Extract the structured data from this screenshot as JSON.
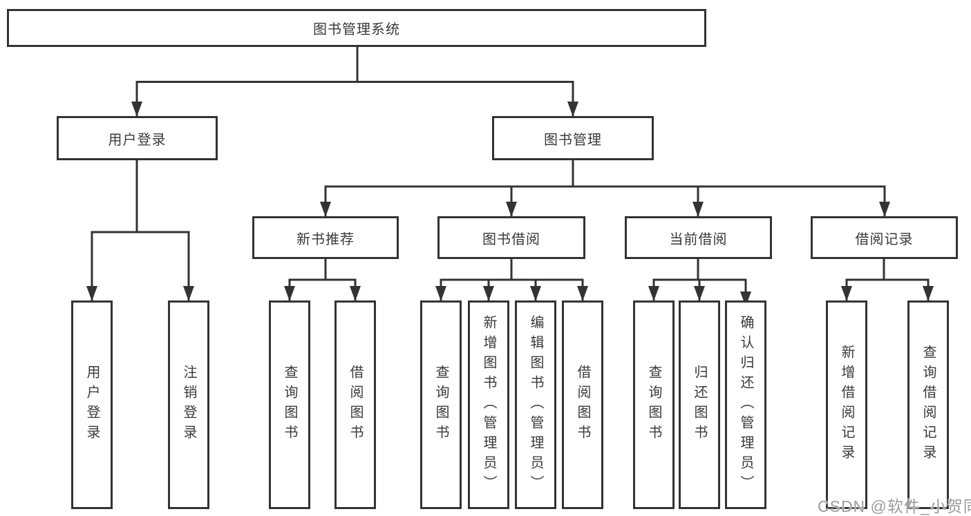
{
  "tree": {
    "label": "图书管理系统",
    "children": [
      {
        "label": "用户登录",
        "children": [
          {
            "label": "用户登录"
          },
          {
            "label": "注销登录"
          }
        ]
      },
      {
        "label": "图书管理",
        "children": [
          {
            "label": "新书推荐",
            "children": [
              {
                "label": "查询图书"
              },
              {
                "label": "借阅图书"
              }
            ]
          },
          {
            "label": "图书借阅",
            "children": [
              {
                "label": "查询图书"
              },
              {
                "label": "新增图书（管理员）"
              },
              {
                "label": "编辑图书（管理员）"
              },
              {
                "label": "借阅图书"
              }
            ]
          },
          {
            "label": "当前借阅",
            "children": [
              {
                "label": "查询图书"
              },
              {
                "label": "归还图书"
              },
              {
                "label": "确认归还（管理员）"
              }
            ]
          },
          {
            "label": "借阅记录",
            "children": [
              {
                "label": "新增借阅记录"
              },
              {
                "label": "查询借阅记录"
              }
            ]
          }
        ]
      }
    ]
  },
  "watermark": {
    "text": "CSDN @软件_小贺同学"
  },
  "colors": {
    "line": "#333333",
    "box_border": "#333333",
    "text": "#3a3a3a",
    "watermark": "#9c9c9c",
    "background": "#ffffff"
  }
}
